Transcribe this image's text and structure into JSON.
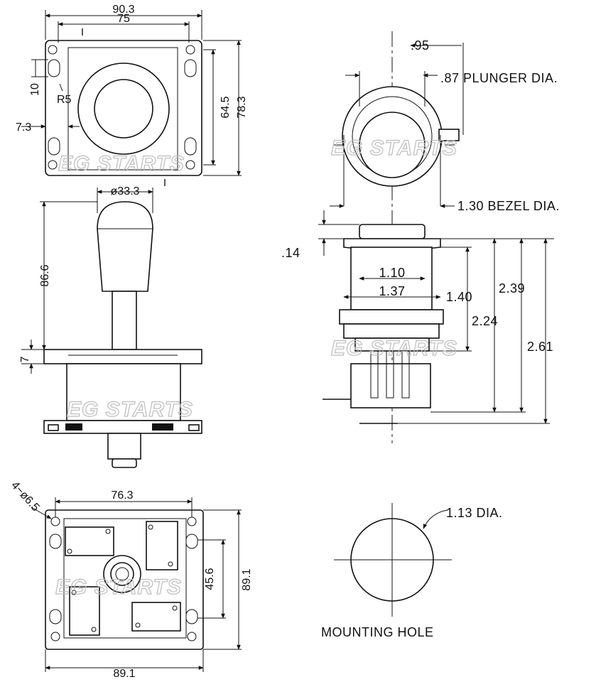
{
  "joystick_top": {
    "overall_width": "90.3",
    "hole_span": "75",
    "slot_len": "10",
    "radius": "R5",
    "edge_offset": "7.3",
    "hole_height": "64.5",
    "overall_height": "78.3"
  },
  "joystick_side": {
    "ball_dia": "ø33.3",
    "height": "86.6",
    "plate_thick": "7"
  },
  "joystick_bottom": {
    "holes": "4−ø6.5",
    "hole_span_x": "76.3",
    "overall_width": "89.1",
    "hole_span_y": "45.6",
    "overall_height": "89.1"
  },
  "button_top": {
    "d095": ".95",
    "plunger": ".87 PLUNGER DIA.",
    "bezel": "1.30 BEZEL DIA."
  },
  "button_side": {
    "d014": ".14",
    "d110": "1.10",
    "d137": "1.37",
    "d140": "1.40",
    "d224": "2.24",
    "d239": "2.39",
    "d261": "2.61"
  },
  "mounting": {
    "dia": "1.13 DIA.",
    "label": "MOUNTING HOLE"
  },
  "watermark": "EG STARTS"
}
